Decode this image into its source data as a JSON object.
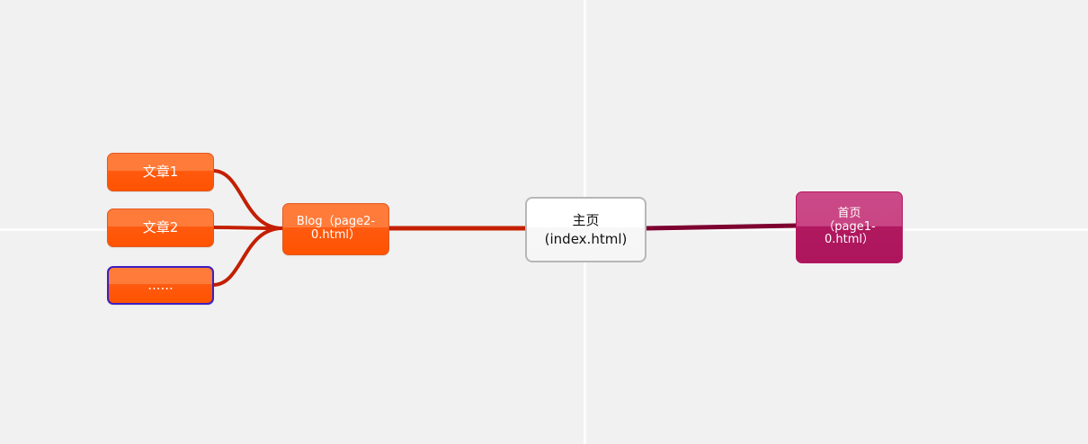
{
  "diagram": {
    "nodes": {
      "article1": {
        "label": "文章1"
      },
      "article2": {
        "label": "文章2"
      },
      "more": {
        "label": "......"
      },
      "blog": {
        "label": "Blog（page2-0.html）"
      },
      "root": {
        "label": "主页\n(index.html)"
      },
      "home": {
        "label": "首页\n（page1-0.html）"
      }
    },
    "colors": {
      "left_branch": "#c31f00",
      "right_branch": "#7d0030",
      "orange_node": "#ff5a10",
      "pink_node": "#b0185f",
      "root_border": "#b7b7b7"
    }
  }
}
